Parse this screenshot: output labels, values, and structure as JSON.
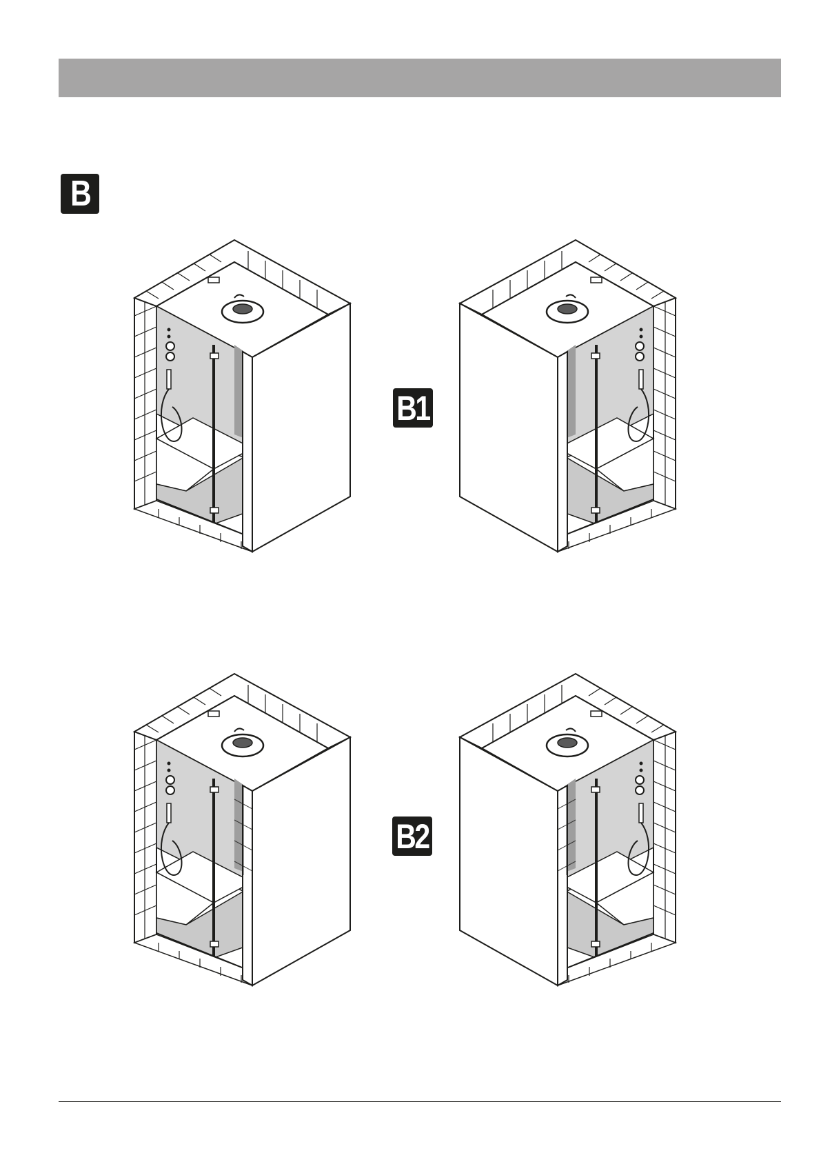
{
  "header": {
    "bar_color": "#a6a5a5"
  },
  "section": {
    "label": "B"
  },
  "variants": [
    {
      "label": "B1",
      "back_wall": "plain"
    },
    {
      "label": "B2",
      "back_wall": "tiled"
    }
  ],
  "colors": {
    "ink": "#1d1d1b",
    "glass": "#d4d4d4",
    "shadow": "#9e9e9e",
    "paper": "#ffffff"
  }
}
